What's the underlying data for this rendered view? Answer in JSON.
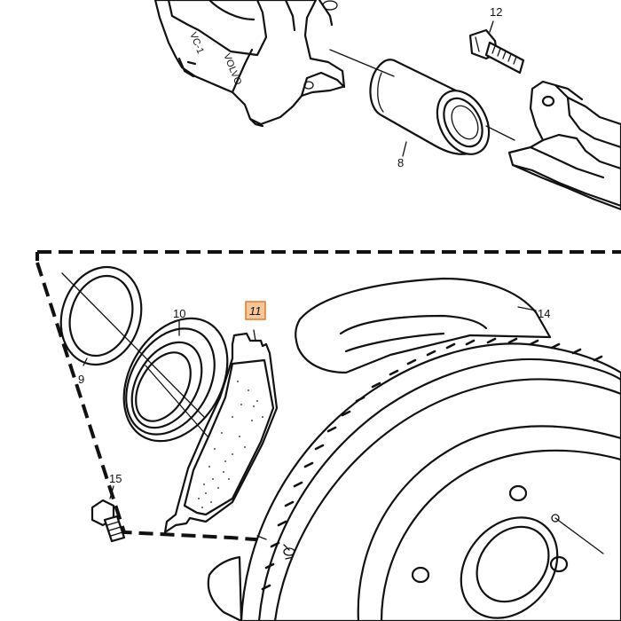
{
  "callouts": [
    {
      "id": "part-8",
      "text": "8"
    },
    {
      "id": "part-9",
      "text": "9"
    },
    {
      "id": "part-10",
      "text": "10"
    },
    {
      "id": "part-11",
      "text": "11",
      "highlighted": true
    },
    {
      "id": "part-12",
      "text": "12"
    },
    {
      "id": "part-14",
      "text": "14"
    },
    {
      "id": "part-15",
      "text": "15"
    }
  ],
  "caliper_stamp": "VOLVO",
  "caliper_mark": "VC-1",
  "colors": {
    "line": "#111111",
    "highlight_fill": "#f7c79a",
    "highlight_stroke": "#e07b2c",
    "background": "#ffffff"
  }
}
